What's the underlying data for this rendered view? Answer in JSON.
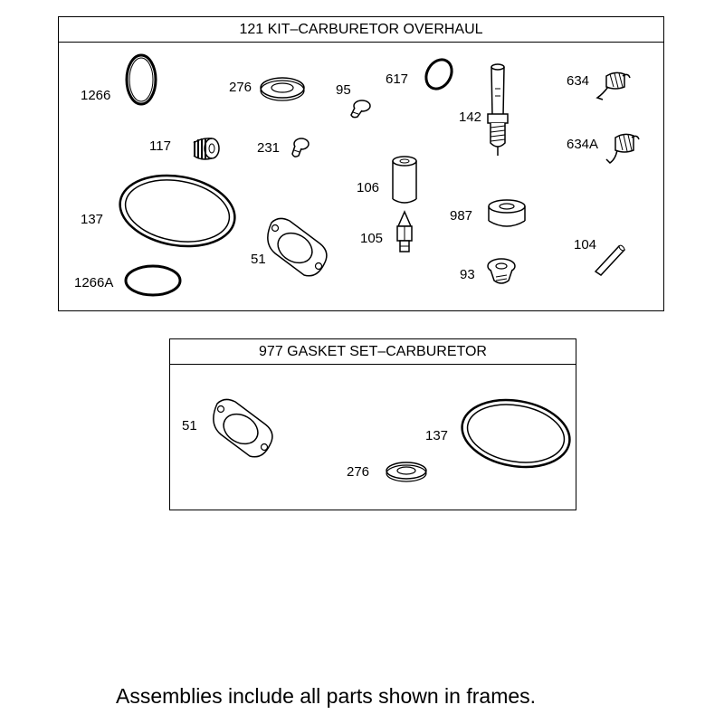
{
  "kit_frame": {
    "title": "121 KIT–CARBURETOR OVERHAUL",
    "labels": {
      "p1266": "1266",
      "p276": "276",
      "p95": "95",
      "p617": "617",
      "p634": "634",
      "p142": "142",
      "p117": "117",
      "p231": "231",
      "p634a": "634A",
      "p106": "106",
      "p137": "137",
      "p987": "987",
      "p105": "105",
      "p104": "104",
      "p51": "51",
      "p93": "93",
      "p1266a": "1266A"
    }
  },
  "gasket_frame": {
    "title": "977 GASKET SET–CARBURETOR",
    "labels": {
      "p51": "51",
      "p137": "137",
      "p276": "276"
    }
  },
  "footer_note": "Assemblies include all parts shown in frames."
}
